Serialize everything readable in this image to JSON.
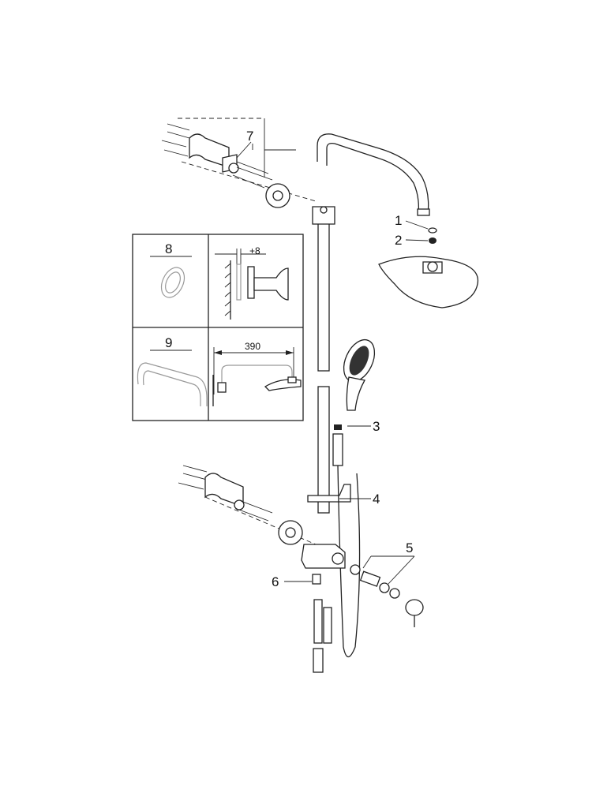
{
  "callouts": {
    "part_1": "1",
    "part_2": "2",
    "part_3": "3",
    "part_4": "4",
    "part_5": "5",
    "part_6": "6",
    "part_7": "7"
  },
  "inset": {
    "part_8": "8",
    "part_9": "9",
    "wall_offset": "+8",
    "arm_projection": "390"
  }
}
